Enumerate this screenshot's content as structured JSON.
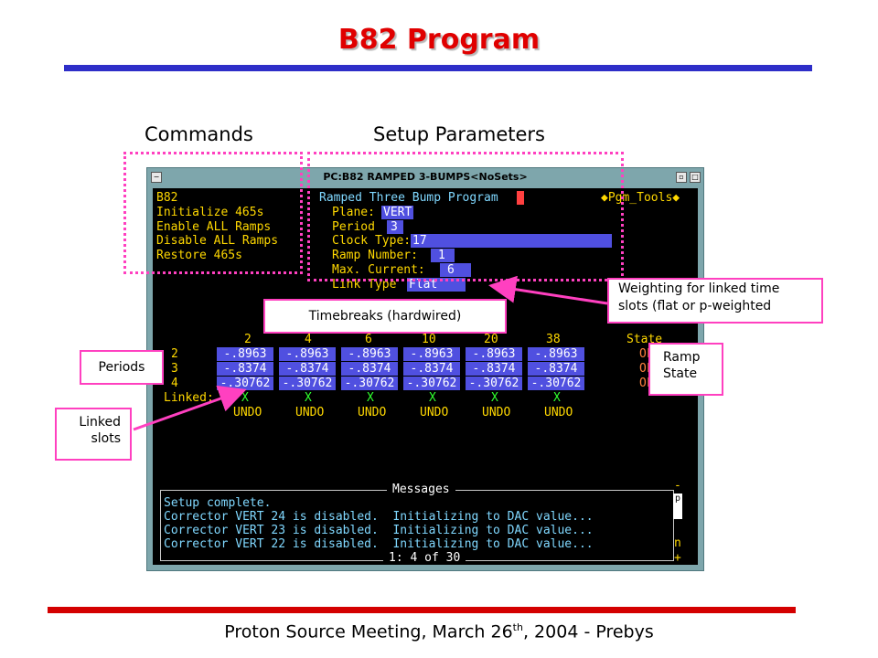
{
  "slide": {
    "title": "B82 Program",
    "label_commands": "Commands",
    "label_setup": "Setup Parameters",
    "footer_main": "Proton Source Meeting, March 26",
    "footer_sup": "th",
    "footer_end": ", 2004  - Prebys"
  },
  "window": {
    "title": "PC:B82  RAMPED 3-BUMPS<NoSets>",
    "commands": [
      "B82",
      "Initialize 465s",
      "Enable ALL Ramps",
      "Disable ALL Ramps",
      "Restore 465s"
    ],
    "program_title": "Ramped Three Bump Program",
    "pgm_tools": "◆Pgm_Tools◆",
    "params": [
      {
        "label": "Plane:",
        "value": "VERT"
      },
      {
        "label": "Period",
        "value": "3"
      },
      {
        "label": "Clock Type:",
        "value": "17"
      },
      {
        "label": "Ramp Number:",
        "value": "1"
      },
      {
        "label": "Max. Current:",
        "value": "6"
      },
      {
        "label": "Link Type",
        "value": "Flat"
      }
    ],
    "table": {
      "columns": [
        "2",
        "4",
        "6",
        "10",
        "20",
        "38"
      ],
      "state_header": "State",
      "rows": [
        {
          "period": "2",
          "values": [
            "-.8963",
            "-.8963",
            "-.8963",
            "-.8963",
            "-.8963",
            "-.8963"
          ],
          "state": "OFF"
        },
        {
          "period": "3",
          "values": [
            "-.8374",
            "-.8374",
            "-.8374",
            "-.8374",
            "-.8374",
            "-.8374"
          ],
          "state": "OFF"
        },
        {
          "period": "4",
          "values": [
            "-.30762",
            "-.30762",
            "-.30762",
            "-.30762",
            "-.30762",
            "-.30762"
          ],
          "state": "OFF"
        }
      ],
      "linked_label": "Linked:",
      "linked_marks": [
        "X",
        "X",
        "X",
        "X",
        "X",
        "X"
      ],
      "undo_label": "UNDO"
    },
    "messages": {
      "header": "Messages",
      "lines": [
        "Setup complete.",
        "Corrector VERT 24 is disabled.  Initializing to DAC value...",
        "Corrector VERT 23 is disabled.  Initializing to DAC value...",
        "Corrector VERT 22 is disabled.  Initializing to DAC value..."
      ],
      "pager": "1: 4 of 30",
      "scroll_top": "-",
      "scroll_p": "p",
      "scroll_n": "n",
      "scroll_plus": "+"
    }
  },
  "callouts": {
    "timebreaks": "Timebreaks (hardwired)",
    "weighting_line1": "Weighting for linked time",
    "weighting_line2": "slots (flat or p-weighted",
    "periods": "Periods",
    "ramp_line1": "Ramp",
    "ramp_line2": "State",
    "linked_line1": "Linked",
    "linked_line2": "slots"
  },
  "colors": {
    "title_red": "#e00000",
    "rule_blue": "#2e2ec8",
    "rule_red": "#d40000",
    "callout_pink": "#ff40c0",
    "terminal_yellow": "#ffd800",
    "terminal_blue": "#5050e0",
    "terminal_green": "#30ff30",
    "terminal_orange": "#ff8040"
  }
}
